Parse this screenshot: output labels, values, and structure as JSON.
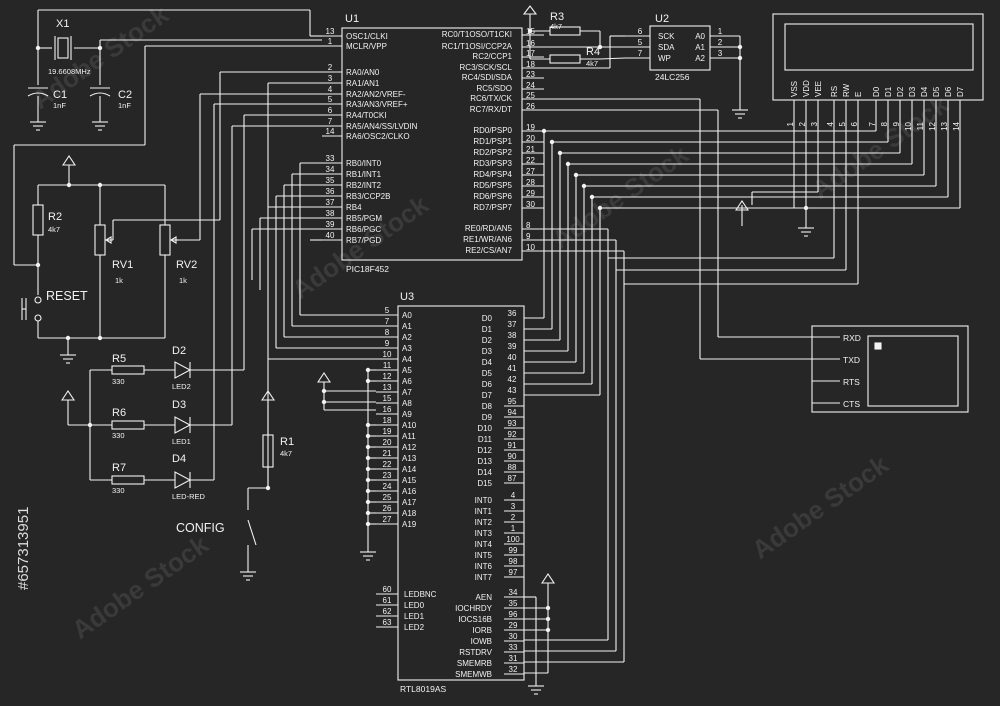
{
  "watermark": "Adobe Stock",
  "stock_id": "#657313951",
  "u1": {
    "ref": "U1",
    "part": "PIC18F452",
    "left_pins": [
      {
        "num": "13",
        "name": "OSC1/CLKI"
      },
      {
        "num": "1",
        "name": "MCLR/VPP"
      },
      {
        "num": "2",
        "name": "RA0/AN0"
      },
      {
        "num": "3",
        "name": "RA1/AN1"
      },
      {
        "num": "4",
        "name": "RA2/AN2/VREF-"
      },
      {
        "num": "5",
        "name": "RA3/AN3/VREF+"
      },
      {
        "num": "6",
        "name": "RA4/T0CKI"
      },
      {
        "num": "7",
        "name": "RA5/AN4/SS/LVDIN"
      },
      {
        "num": "14",
        "name": "RA6/OSC2/CLKO"
      },
      {
        "num": "33",
        "name": "RB0/INT0"
      },
      {
        "num": "34",
        "name": "RB1/INT1"
      },
      {
        "num": "35",
        "name": "RB2/INT2"
      },
      {
        "num": "36",
        "name": "RB3/CCP2B"
      },
      {
        "num": "37",
        "name": "RB4"
      },
      {
        "num": "38",
        "name": "RB5/PGM"
      },
      {
        "num": "39",
        "name": "RB6/PGC"
      },
      {
        "num": "40",
        "name": "RB7/PGD"
      }
    ],
    "right_pins": [
      {
        "num": "15",
        "name": "RC0/T1OSO/T1CKI"
      },
      {
        "num": "16",
        "name": "RC1/T1OSI/CCP2A"
      },
      {
        "num": "17",
        "name": "RC2/CCP1"
      },
      {
        "num": "18",
        "name": "RC3/SCK/SCL"
      },
      {
        "num": "23",
        "name": "RC4/SDI/SDA"
      },
      {
        "num": "24",
        "name": "RC5/SDO"
      },
      {
        "num": "25",
        "name": "RC6/TX/CK"
      },
      {
        "num": "26",
        "name": "RC7/RX/DT"
      },
      {
        "num": "19",
        "name": "RD0/PSP0"
      },
      {
        "num": "20",
        "name": "RD1/PSP1"
      },
      {
        "num": "21",
        "name": "RD2/PSP2"
      },
      {
        "num": "22",
        "name": "RD3/PSP3"
      },
      {
        "num": "27",
        "name": "RD4/PSP4"
      },
      {
        "num": "28",
        "name": "RD5/PSP5"
      },
      {
        "num": "29",
        "name": "RD6/PSP6"
      },
      {
        "num": "30",
        "name": "RD7/PSP7"
      },
      {
        "num": "8",
        "name": "RE0/RD/AN5"
      },
      {
        "num": "9",
        "name": "RE1/WR/AN6"
      },
      {
        "num": "10",
        "name": "RE2/CS/AN7"
      }
    ]
  },
  "u2": {
    "ref": "U2",
    "part": "24LC256",
    "left_pins": [
      {
        "num": "6",
        "name": "SCK"
      },
      {
        "num": "5",
        "name": "SDA"
      },
      {
        "num": "7",
        "name": "WP"
      }
    ],
    "right_pins": [
      {
        "num": "1",
        "name": "A0"
      },
      {
        "num": "2",
        "name": "A1"
      },
      {
        "num": "3",
        "name": "A2"
      }
    ]
  },
  "u3": {
    "ref": "U3",
    "part": "RTL8019AS",
    "left_pins": [
      {
        "num": "5",
        "name": "A0"
      },
      {
        "num": "7",
        "name": "A1"
      },
      {
        "num": "8",
        "name": "A2"
      },
      {
        "num": "9",
        "name": "A3"
      },
      {
        "num": "10",
        "name": "A4"
      },
      {
        "num": "11",
        "name": "A5"
      },
      {
        "num": "12",
        "name": "A6"
      },
      {
        "num": "13",
        "name": "A7"
      },
      {
        "num": "15",
        "name": "A8"
      },
      {
        "num": "16",
        "name": "A9"
      },
      {
        "num": "18",
        "name": "A10"
      },
      {
        "num": "19",
        "name": "A11"
      },
      {
        "num": "20",
        "name": "A12"
      },
      {
        "num": "21",
        "name": "A13"
      },
      {
        "num": "22",
        "name": "A14"
      },
      {
        "num": "23",
        "name": "A15"
      },
      {
        "num": "24",
        "name": "A16"
      },
      {
        "num": "25",
        "name": "A17"
      },
      {
        "num": "26",
        "name": "A18"
      },
      {
        "num": "27",
        "name": "A19"
      }
    ],
    "left_pins2": [
      {
        "num": "60",
        "name": "LEDBNC"
      },
      {
        "num": "61",
        "name": "LED0"
      },
      {
        "num": "62",
        "name": "LED1"
      },
      {
        "num": "63",
        "name": "LED2"
      }
    ],
    "right_pins": [
      {
        "num": "36",
        "name": "D0"
      },
      {
        "num": "37",
        "name": "D1"
      },
      {
        "num": "38",
        "name": "D2"
      },
      {
        "num": "39",
        "name": "D3"
      },
      {
        "num": "40",
        "name": "D4"
      },
      {
        "num": "41",
        "name": "D5"
      },
      {
        "num": "42",
        "name": "D6"
      },
      {
        "num": "43",
        "name": "D7"
      },
      {
        "num": "95",
        "name": "D8"
      },
      {
        "num": "94",
        "name": "D9"
      },
      {
        "num": "93",
        "name": "D10"
      },
      {
        "num": "92",
        "name": "D11"
      },
      {
        "num": "91",
        "name": "D12"
      },
      {
        "num": "90",
        "name": "D13"
      },
      {
        "num": "88",
        "name": "D14"
      },
      {
        "num": "87",
        "name": "D15"
      }
    ],
    "right_pins2": [
      {
        "num": "4",
        "name": "INT0"
      },
      {
        "num": "3",
        "name": "INT1"
      },
      {
        "num": "2",
        "name": "INT2"
      },
      {
        "num": "1",
        "name": "INT3"
      },
      {
        "num": "100",
        "name": "INT4"
      },
      {
        "num": "99",
        "name": "INT5"
      },
      {
        "num": "98",
        "name": "INT6"
      },
      {
        "num": "97",
        "name": "INT7"
      }
    ],
    "right_pins3": [
      {
        "num": "34",
        "name": "AEN"
      },
      {
        "num": "35",
        "name": "IOCHRDY"
      },
      {
        "num": "96",
        "name": "IOCS16B"
      },
      {
        "num": "29",
        "name": "IORB"
      },
      {
        "num": "30",
        "name": "IOWB"
      },
      {
        "num": "33",
        "name": "RSTDRV"
      },
      {
        "num": "31",
        "name": "SMEMRB"
      },
      {
        "num": "32",
        "name": "SMEMWB"
      }
    ]
  },
  "lcd": {
    "pins": [
      {
        "num": "1",
        "name": "VSS"
      },
      {
        "num": "2",
        "name": "VDD"
      },
      {
        "num": "3",
        "name": "VEE"
      },
      {
        "num": "4",
        "name": "RS"
      },
      {
        "num": "5",
        "name": "RW"
      },
      {
        "num": "6",
        "name": "E"
      },
      {
        "num": "7",
        "name": "D0"
      },
      {
        "num": "8",
        "name": "D1"
      },
      {
        "num": "9",
        "name": "D2"
      },
      {
        "num": "10",
        "name": "D3"
      },
      {
        "num": "11",
        "name": "D4"
      },
      {
        "num": "12",
        "name": "D5"
      },
      {
        "num": "13",
        "name": "D6"
      },
      {
        "num": "14",
        "name": "D7"
      }
    ]
  },
  "serial": {
    "pins": [
      "RXD",
      "TXD",
      "RTS",
      "CTS"
    ]
  },
  "x1": {
    "ref": "X1",
    "value": "19.6608MHz"
  },
  "c1": {
    "ref": "C1",
    "value": "1nF"
  },
  "c2": {
    "ref": "C2",
    "value": "1nF"
  },
  "r2": {
    "ref": "R2",
    "value": "4k7"
  },
  "r3": {
    "ref": "R3",
    "value": "4k7"
  },
  "r4": {
    "ref": "R4",
    "value": "4k7"
  },
  "rv1": {
    "ref": "RV1",
    "value": "1k"
  },
  "rv2": {
    "ref": "RV2",
    "value": "1k"
  },
  "reset": {
    "label": "RESET"
  },
  "r5": {
    "ref": "R5",
    "value": "330"
  },
  "r6": {
    "ref": "R6",
    "value": "330"
  },
  "r7": {
    "ref": "R7",
    "value": "330"
  },
  "d2": {
    "ref": "D2",
    "value": "LED2"
  },
  "d3": {
    "ref": "D3",
    "value": "LED1"
  },
  "d4": {
    "ref": "D4",
    "value": "LED-RED"
  },
  "r1": {
    "ref": "R1",
    "value": "4k7"
  },
  "config": {
    "label": "CONFIG"
  }
}
